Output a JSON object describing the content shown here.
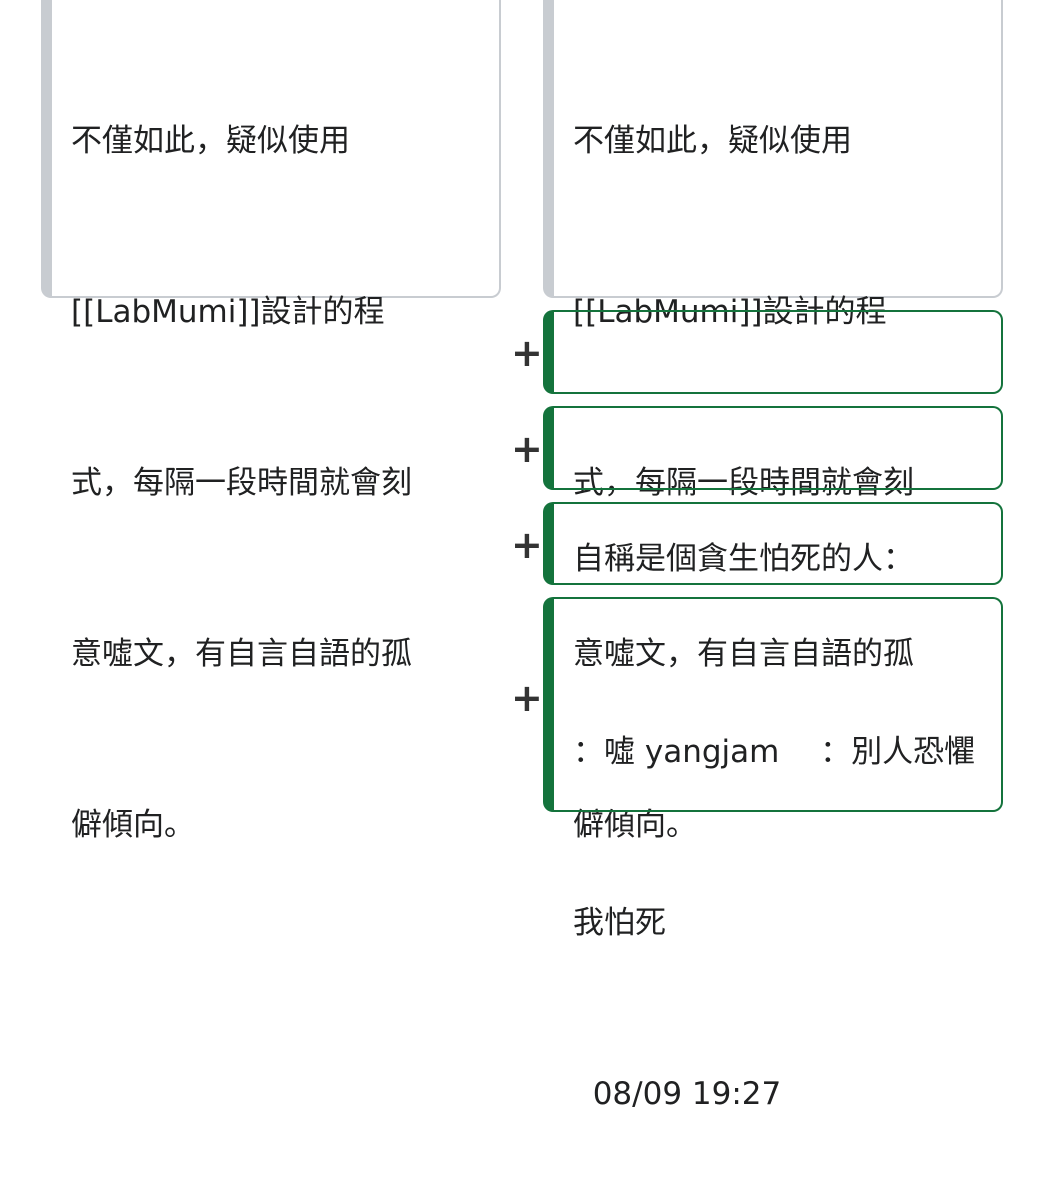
{
  "diff": {
    "left_context": {
      "lines": [
        "不僅如此，疑似使用",
        "[[LabMumi]]設計的程",
        "式，每隔一段時間就會刻",
        "意噓文，有自言自語的孤",
        "僻傾向。"
      ]
    },
    "right_context": {
      "lines": [
        "不僅如此，疑似使用",
        "[[LabMumi]]設計的程",
        "式，每隔一段時間就會刻",
        "意噓文，有自言自語的孤",
        "僻傾向。"
      ]
    },
    "marker": "+",
    "added": [
      {
        "lines": [
          ""
        ]
      },
      {
        "lines": [
          "自稱是個貪生怕死的人："
        ]
      },
      {
        "lines": [
          ""
        ]
      },
      {
        "lines": [
          "：噓 yangjam　 ：別人恐懼",
          "我怕死",
          "  08/09 19:27"
        ]
      }
    ]
  }
}
